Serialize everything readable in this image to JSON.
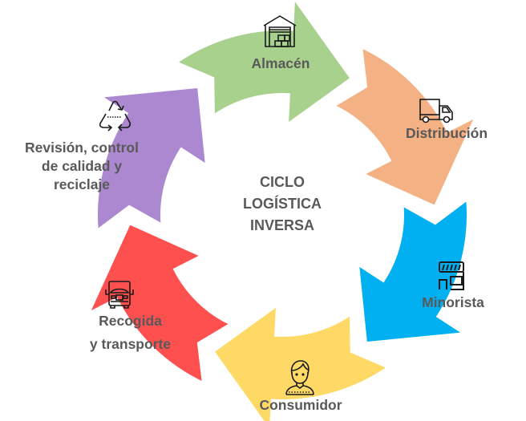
{
  "diagram": {
    "type": "cycle",
    "center_title": [
      "CICLO",
      "LOGÍSTICA",
      "INVERSA"
    ],
    "direction": "clockwise",
    "stages": [
      {
        "id": "almacen",
        "label": "Almacén",
        "icon": "warehouse-icon",
        "color": "#A9D18E"
      },
      {
        "id": "distribucion",
        "label": "Distribución",
        "icon": "delivery-truck-icon",
        "color": "#F4B183"
      },
      {
        "id": "minorista",
        "label": "Minorista",
        "icon": "store-icon",
        "color": "#00B0F0"
      },
      {
        "id": "consumidor",
        "label": "Consumidor",
        "icon": "person-icon",
        "color": "#FFD966"
      },
      {
        "id": "recogida",
        "label_lines": [
          "Recogida",
          "y transporte"
        ],
        "icon": "truck-front-icon",
        "color": "#FF5050"
      },
      {
        "id": "revision",
        "label_lines": [
          "Revisión, control",
          "de calidad y",
          "reciclaje"
        ],
        "icon": "recycle-icon",
        "color": "#AB88CF"
      }
    ]
  }
}
